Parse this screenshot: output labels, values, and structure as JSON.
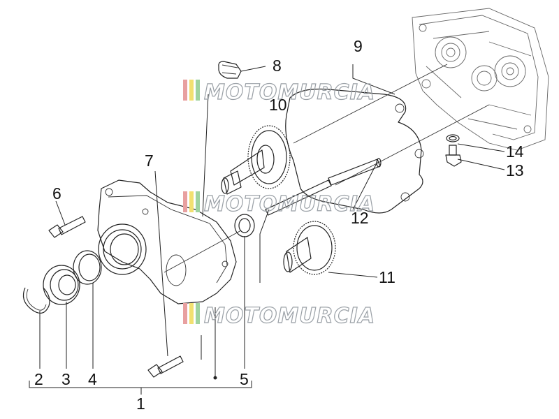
{
  "diagram": {
    "watermark": "MOTOMURCIA",
    "labels": {
      "p1": "1",
      "p2": "2",
      "p3": "3",
      "p4": "4",
      "p5": "5",
      "p6": "6",
      "p7": "7",
      "p8": "8",
      "p9": "9",
      "p10": "10",
      "p11": "11",
      "p12": "12",
      "p13": "13",
      "p14": "14"
    },
    "colors": {
      "line": "#222222",
      "watermark_stroke": "#9aa0a6",
      "stripe_1": "#e8a0a0",
      "stripe_2": "#f2e070",
      "stripe_3": "#9fd39f"
    }
  }
}
